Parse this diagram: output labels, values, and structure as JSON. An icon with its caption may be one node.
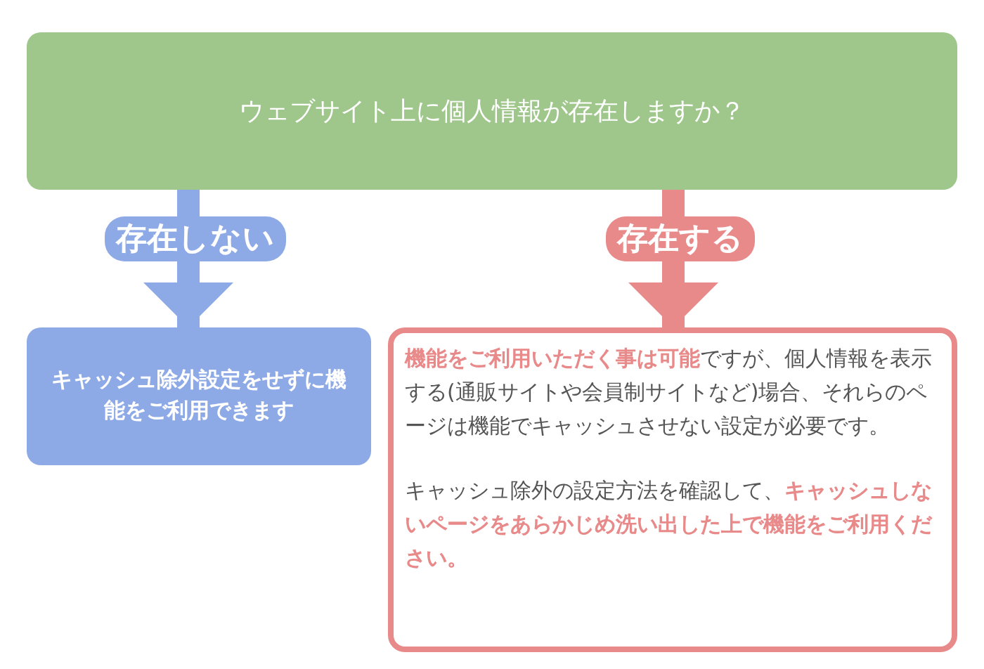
{
  "diagram": {
    "nodes": [
      {
        "text": [
          "ウェブサイト上に個人情報が存在しますか？"
        ]
      },
      {
        "text": [
          "キャッシュ除外設定をせずに機能をご利用できます"
        ]
      },
      {
        "text": [
          "**機能をご利用いただく事は可能**ですが、個人情報を表示する(通販サイトや会員制サイトなど)場合、それらのページは機能でキャッシュさせない設定が必要です。",
          "キャッシュ除外の設定方法を確認して、**キャッシュしないページをあらかじめ洗い出した上で機能をご利用ください。**"
        ]
      }
    ],
    "edges": [
      {
        "from": 0,
        "to": 1,
        "arrow": "to",
        "label": "存在しない",
        "color": "#8eaae6"
      },
      {
        "from": 0,
        "to": 2,
        "arrow": "to",
        "label": "存在する",
        "color": "#e8898a"
      }
    ]
  }
}
